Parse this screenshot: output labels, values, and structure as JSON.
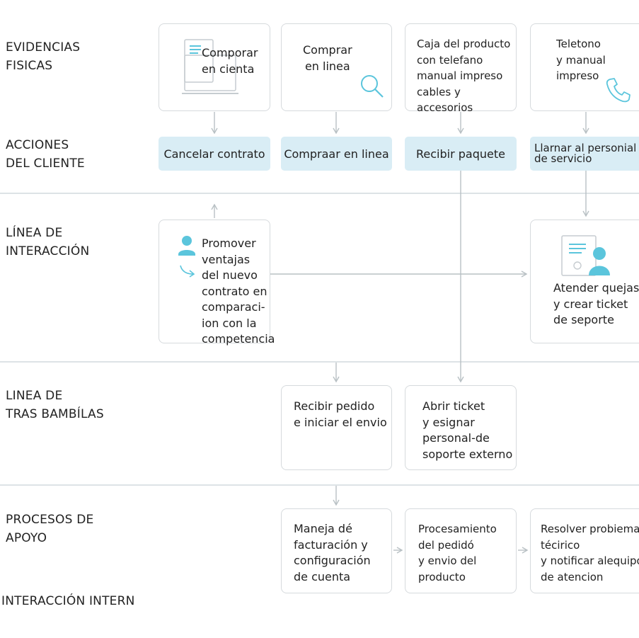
{
  "lanes": {
    "physical": "EVIDENCIAS\nFISICAS",
    "customer": "ACCIONES\nDEL CLIENTE",
    "interaction": "LÍNEA DE\nINTERACCIÓN",
    "backstage": "LINEA DE\nTRAS BAMBÍLAS",
    "support": "PROCESOS DE\nAPOYO",
    "internal": "INTERACCIÓN INTERN"
  },
  "evidence": [
    {
      "text": "Comporar\nen cienta",
      "icon": "document-laptop-icon"
    },
    {
      "text": "Comprar\nen linea",
      "icon": "search-icon"
    },
    {
      "text": "Caja del producto\ncon telefano\nmanual impreso\ncables y accesorios"
    },
    {
      "text": "Teletono\ny manual\nimpreso",
      "icon": "phone-icon"
    }
  ],
  "actions": [
    "Cancelar contrato",
    "Compraar en linea",
    "Recibir paquete",
    "Llarnar al personial\nde servicio"
  ],
  "interaction": [
    {
      "text": "Promover\nventajas\ndel nuevo\ncontrato en\ncomparaci-\nion con la\ncompetencia",
      "icon": "person-icon"
    },
    {
      "text": "Atender quejas\ny crear ticket\nde seporte",
      "icon": "support-agent-icon"
    }
  ],
  "backstage": [
    "Recibir pedido\ne iniciar el envio",
    "Abrir ticket\ny esignar\npersonal-de\nsoporte externo"
  ],
  "support": [
    "Maneja dé\nfacturación y\nconfiguración\nde cuenta",
    "Procesamiento\ndel pedidó\ny envio del\nproducto",
    "Resolver probiema\ntécirico\ny notificar alequipo\nde atencion"
  ],
  "colors": {
    "accent": "#5bc5dc",
    "action_fill": "#d9edf5",
    "card_border": "#d6dadd",
    "divider": "#dde3e6",
    "arrow": "#b8c0c4"
  }
}
